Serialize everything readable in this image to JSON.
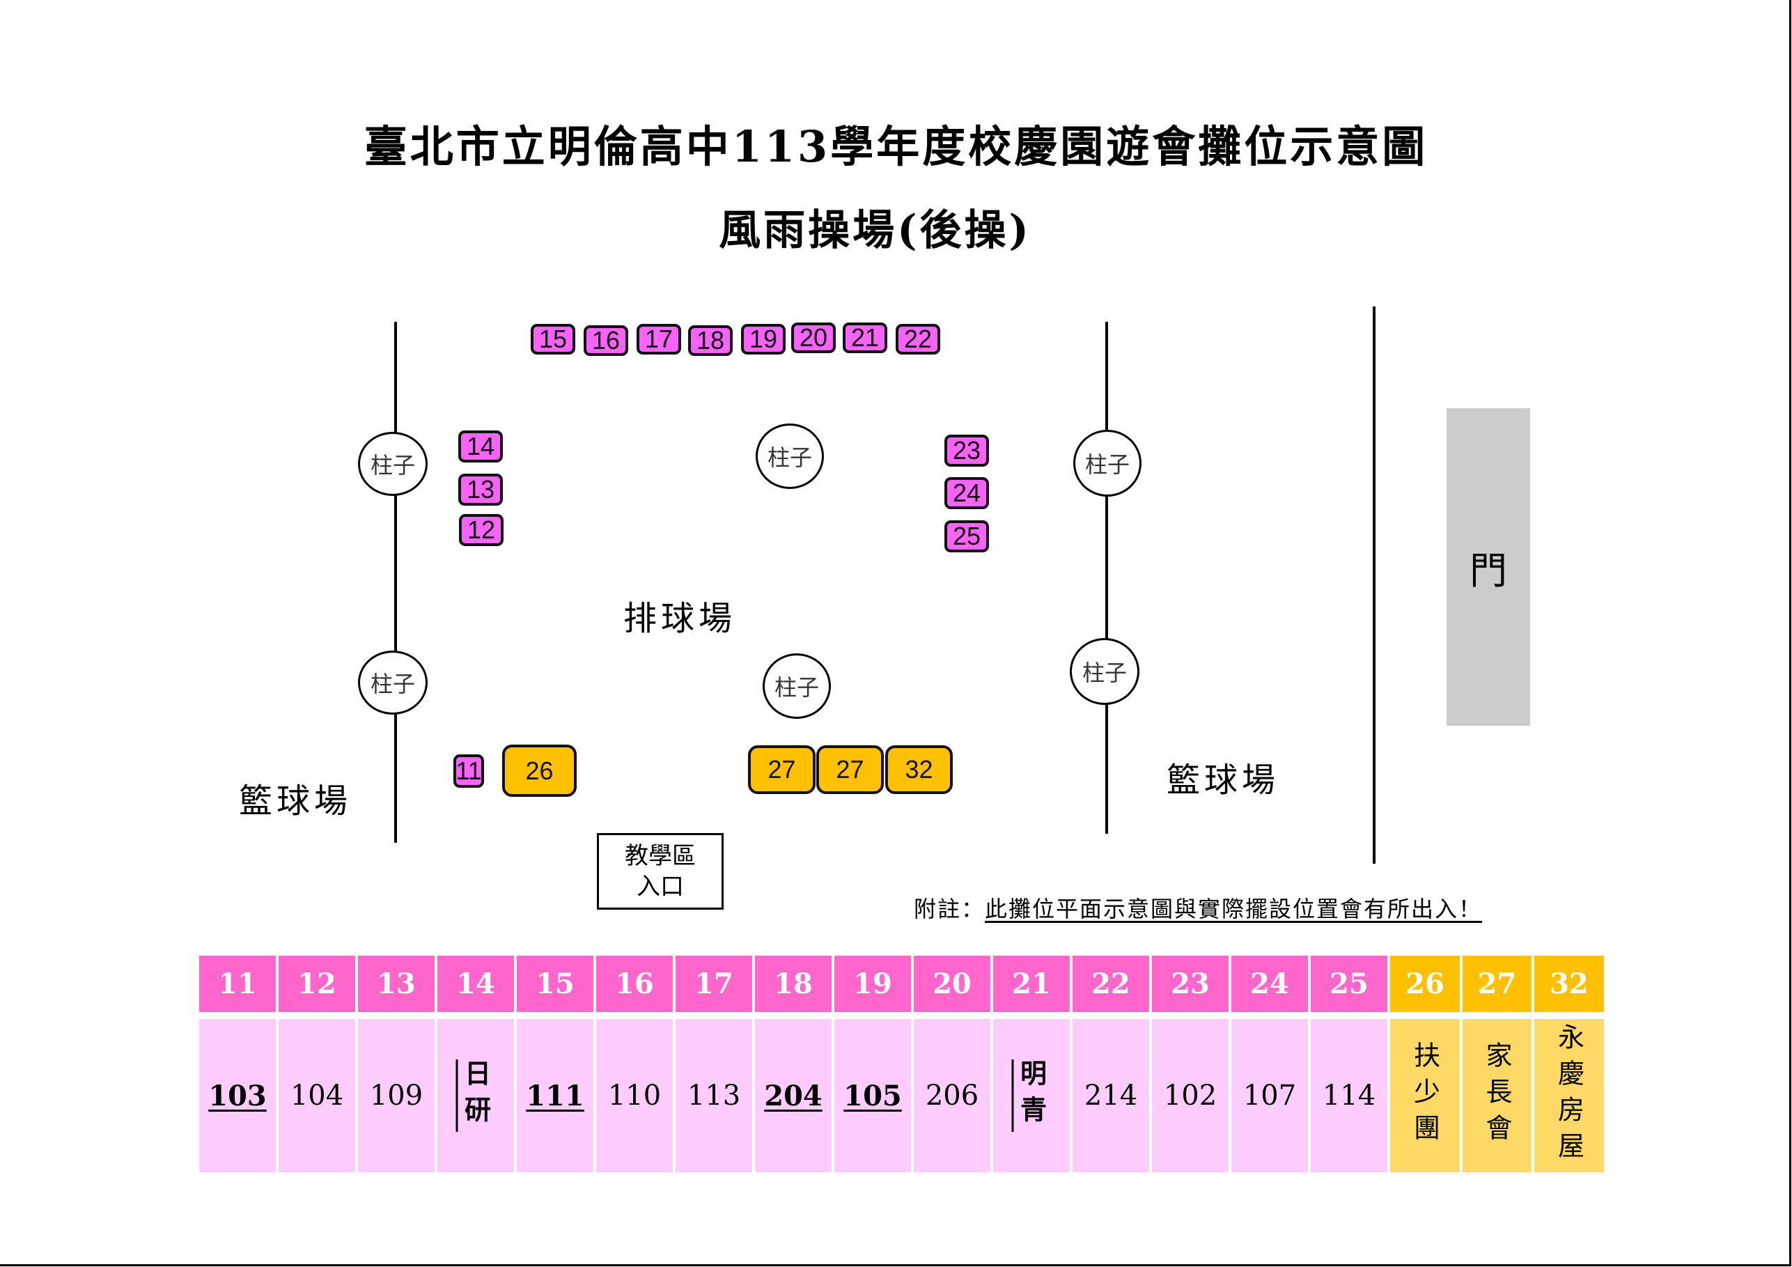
{
  "title": "臺北市立明倫高中113學年度校慶園遊會攤位示意圖",
  "subtitle": "風雨操場(後操)",
  "map": {
    "pillar_label": "柱子",
    "volleyball_court_label": "排球場",
    "basketball_court_left_label": "籃球場",
    "basketball_court_right_label": "籃球場",
    "gate_label": "門",
    "entrance_label_line1": "教學區",
    "entrance_label_line2": "入口",
    "booths_top_row": [
      "15",
      "16",
      "17",
      "18",
      "19",
      "20",
      "21",
      "22"
    ],
    "booths_left_column": [
      "14",
      "13",
      "12"
    ],
    "booths_right_column": [
      "23",
      "24",
      "25"
    ],
    "booths_bottom_left": [
      "11",
      "26"
    ],
    "booths_bottom_center": [
      "27",
      "27",
      "32"
    ]
  },
  "note": {
    "prefix": "附註：",
    "text": "此攤位平面示意圖與實際擺設位置會有所出入！"
  },
  "legend": {
    "colors": {
      "class_header": "#ff66cc",
      "class_cell": "#ffccff",
      "org_header": "#ffc000",
      "org_cell": "#ffd966",
      "booth_pink": "#f763f7",
      "booth_gold": "#ffc000"
    },
    "columns": [
      {
        "booth": "11",
        "assignee": "103",
        "emphasized": true,
        "type": "class"
      },
      {
        "booth": "12",
        "assignee": "104",
        "emphasized": false,
        "type": "class"
      },
      {
        "booth": "13",
        "assignee": "109",
        "emphasized": false,
        "type": "class"
      },
      {
        "booth": "14",
        "assignee": "日研",
        "emphasized": true,
        "type": "class",
        "vertical": true
      },
      {
        "booth": "15",
        "assignee": "111",
        "emphasized": true,
        "type": "class"
      },
      {
        "booth": "16",
        "assignee": "110",
        "emphasized": false,
        "type": "class"
      },
      {
        "booth": "17",
        "assignee": "113",
        "emphasized": false,
        "type": "class"
      },
      {
        "booth": "18",
        "assignee": "204",
        "emphasized": true,
        "type": "class"
      },
      {
        "booth": "19",
        "assignee": "105",
        "emphasized": true,
        "type": "class"
      },
      {
        "booth": "20",
        "assignee": "206",
        "emphasized": false,
        "type": "class"
      },
      {
        "booth": "21",
        "assignee": "明青",
        "emphasized": true,
        "type": "class",
        "vertical": true
      },
      {
        "booth": "22",
        "assignee": "214",
        "emphasized": false,
        "type": "class"
      },
      {
        "booth": "23",
        "assignee": "102",
        "emphasized": false,
        "type": "class"
      },
      {
        "booth": "24",
        "assignee": "107",
        "emphasized": false,
        "type": "class"
      },
      {
        "booth": "25",
        "assignee": "114",
        "emphasized": false,
        "type": "class"
      },
      {
        "booth": "26",
        "assignee": "扶少團",
        "emphasized": false,
        "type": "org",
        "vertical": true
      },
      {
        "booth": "27",
        "assignee": "家長會",
        "emphasized": false,
        "type": "org",
        "vertical": true
      },
      {
        "booth": "32",
        "assignee": "永慶房屋",
        "emphasized": false,
        "type": "org",
        "vertical": true
      }
    ]
  }
}
